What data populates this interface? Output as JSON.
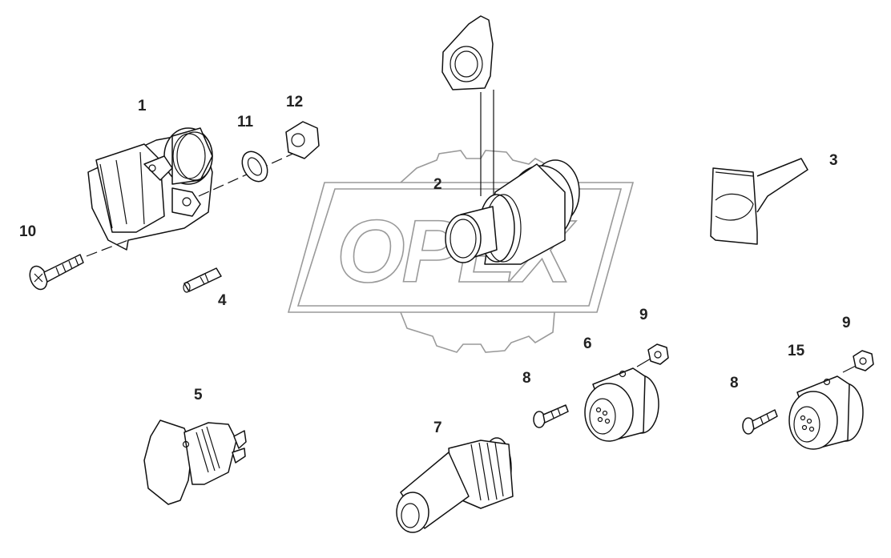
{
  "diagram": {
    "type": "exploded-parts-view",
    "watermark_text": "OPEX",
    "callouts": [
      {
        "id": "1",
        "label": "1",
        "part": "socket-housing"
      },
      {
        "id": "2",
        "label": "2",
        "part": "plug-with-cap"
      },
      {
        "id": "3",
        "label": "3",
        "part": "holder-bracket"
      },
      {
        "id": "4",
        "label": "4",
        "part": "pin-contact"
      },
      {
        "id": "5",
        "label": "5",
        "part": "socket-small"
      },
      {
        "id": "6",
        "label": "6",
        "part": "round-socket"
      },
      {
        "id": "7",
        "label": "7",
        "part": "round-plug"
      },
      {
        "id": "8a",
        "label": "8",
        "part": "screw"
      },
      {
        "id": "8b",
        "label": "8",
        "part": "screw"
      },
      {
        "id": "9a",
        "label": "9",
        "part": "nut"
      },
      {
        "id": "9b",
        "label": "9",
        "part": "nut"
      },
      {
        "id": "10",
        "label": "10",
        "part": "screw-long"
      },
      {
        "id": "11",
        "label": "11",
        "part": "spring-washer"
      },
      {
        "id": "12",
        "label": "12",
        "part": "hex-nut"
      },
      {
        "id": "15",
        "label": "15",
        "part": "round-socket-alt"
      }
    ]
  }
}
